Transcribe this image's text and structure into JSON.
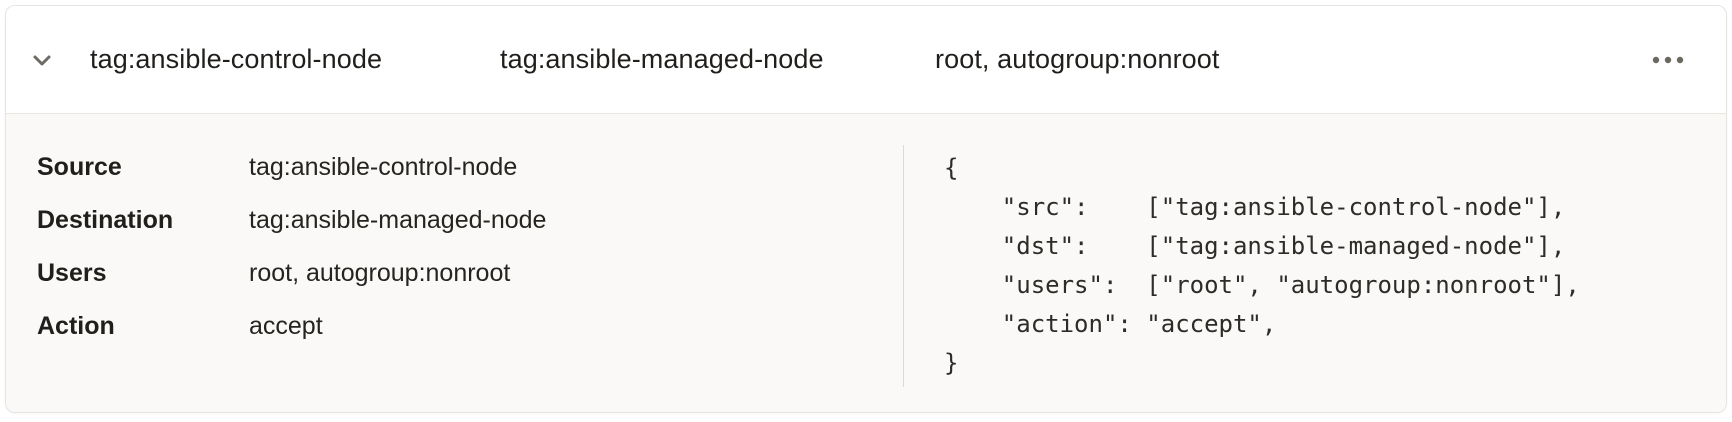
{
  "colors": {
    "card_border": "#e7e4e0",
    "header_bg": "#ffffff",
    "body_bg": "#faf9f7",
    "divider": "#ddd9d4",
    "text_primary": "#211f1c",
    "icon_gray": "#6e6a64"
  },
  "header": {
    "source": "tag:ansible-control-node",
    "destination": "tag:ansible-managed-node",
    "users": "root, autogroup:nonroot"
  },
  "details": {
    "rows": [
      {
        "label": "Source",
        "value": "tag:ansible-control-node"
      },
      {
        "label": "Destination",
        "value": "tag:ansible-managed-node"
      },
      {
        "label": "Users",
        "value": "root, autogroup:nonroot"
      },
      {
        "label": "Action",
        "value": "accept"
      }
    ]
  },
  "code": {
    "lines": [
      "{",
      "    \"src\":    [\"tag:ansible-control-node\"],",
      "    \"dst\":    [\"tag:ansible-managed-node\"],",
      "    \"users\":  [\"root\", \"autogroup:nonroot\"],",
      "    \"action\": \"accept\",",
      "}"
    ]
  }
}
